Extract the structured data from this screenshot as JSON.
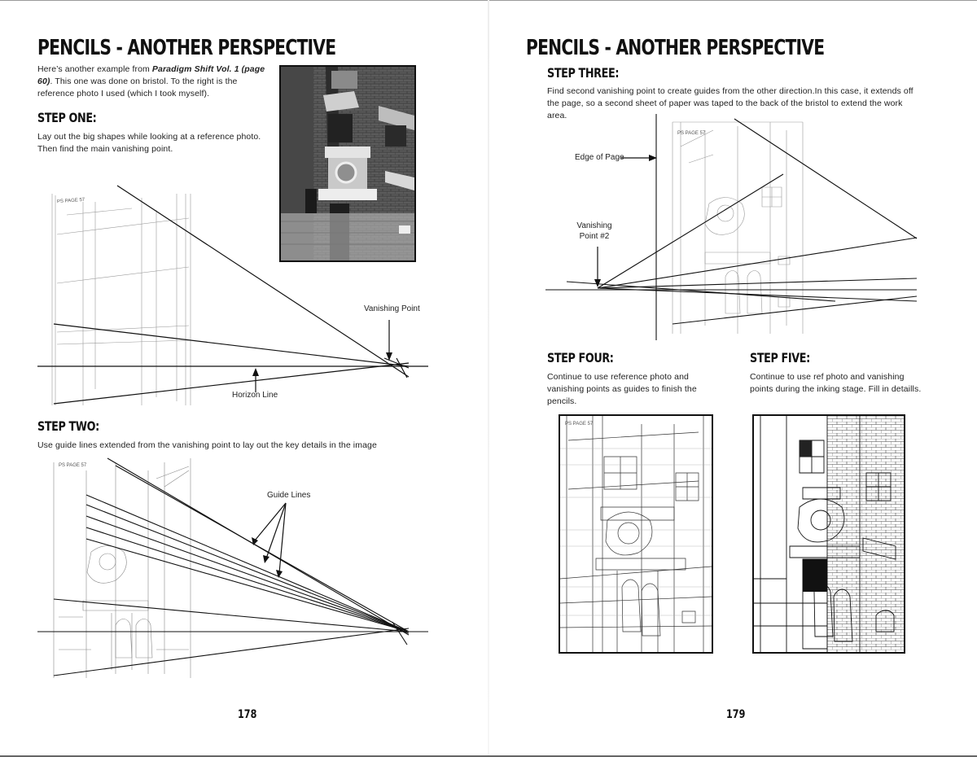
{
  "left_page": {
    "title": "PENCILS - ANOTHER PERSPECTIVE",
    "intro_before": "Here’s another example from ",
    "intro_book": "Paradigm Shift Vol. 1 (page 60)",
    "intro_after": ". This one was done on bristol. To the right is the reference photo I used (which I took myself).",
    "step_one_heading": "STEP ONE:",
    "step_one_text": "Lay out the big shapes while looking at a reference photo. Then find the main vanishing point.",
    "vanishing_point_label": "Vanishing Point",
    "horizon_line_label": "Horizon Line",
    "step_two_heading": "STEP TWO:",
    "step_two_text": "Use guide lines extended from the vanishing point to lay out the key details in the image",
    "guide_lines_label": "Guide Lines",
    "sketch_note": "PS PAGE 57",
    "page_number": "178"
  },
  "right_page": {
    "title": "PENCILS - ANOTHER PERSPECTIVE",
    "step_three_heading": "STEP THREE:",
    "step_three_text": "Find second vanishing point to create guides from the other direction.In this case, it extends off the page, so a second sheet of paper was taped to the back of the bristol to extend the work area.",
    "edge_of_page_label": "Edge of Page",
    "vanishing_point_2_label": "Vanishing Point #2",
    "step_four_heading": "STEP FOUR:",
    "step_four_text": "Continue to use reference photo and vanishing points as guides to finish the pencils.",
    "step_five_heading": "STEP FIVE:",
    "step_five_text": "Continue to use ref photo and vanishing points during the inking stage. Fill in detaills.",
    "sketch_note": "PS PAGE 57",
    "page_number": "179"
  }
}
